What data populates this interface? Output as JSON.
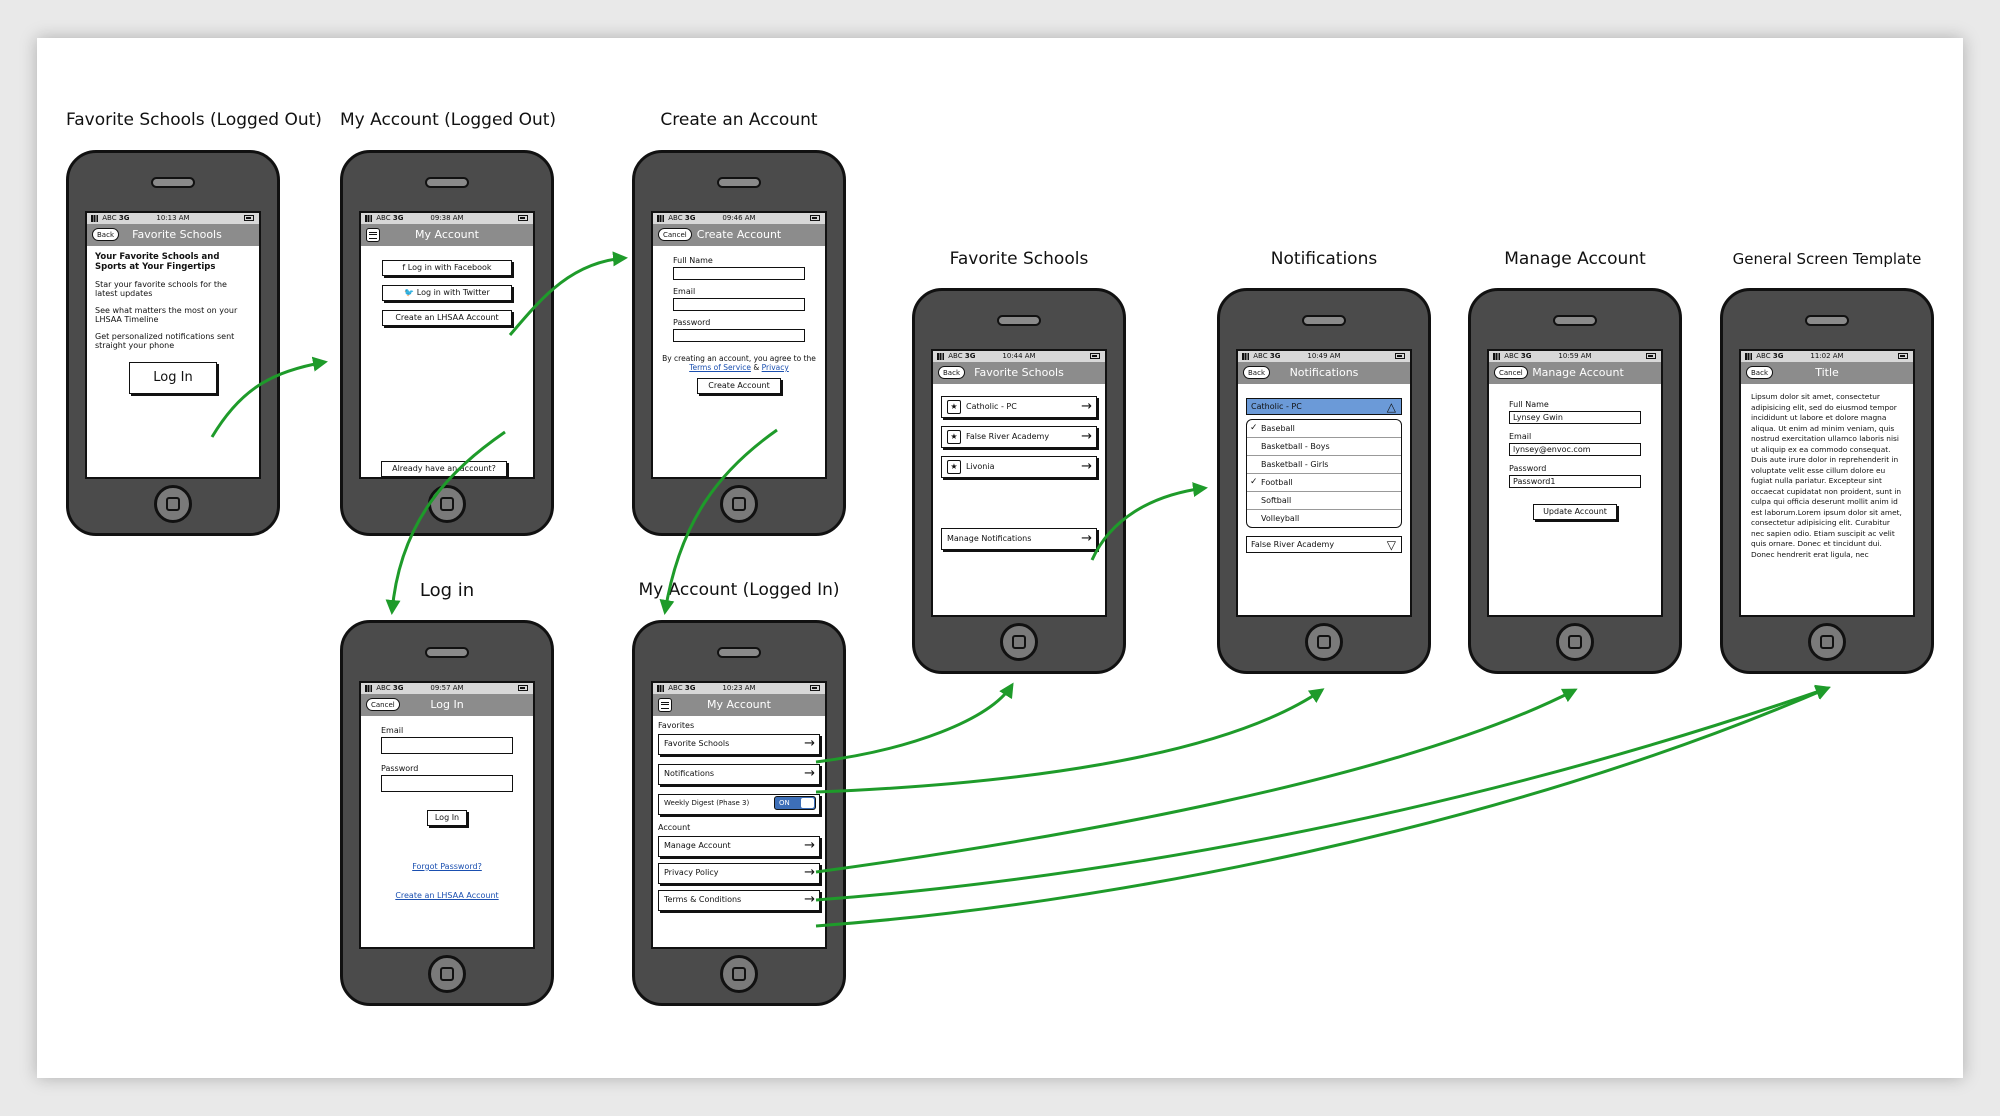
{
  "status": {
    "carrier": "ABC",
    "network": "3G"
  },
  "screens": {
    "fav_logged_out": {
      "caption": "Favorite Schools (Logged Out)",
      "time": "10:13 AM",
      "nav_button": "Back",
      "nav_title": "Favorite Schools",
      "heading": "Your Favorite Schools and Sports at Your Fingertips",
      "paragraphs": [
        "Star your favorite schools for the latest updates",
        "See what matters the most on your LHSAA Timeline",
        "Get personalized notifications sent straight your phone"
      ],
      "login_button": "Log In"
    },
    "account_logged_out": {
      "caption": "My Account (Logged Out)",
      "time": "09:38 AM",
      "nav_title": "My Account",
      "facebook_button": "Log in with Facebook",
      "twitter_button": "Log in with Twitter",
      "create_button": "Create an LHSAA Account",
      "already_button": "Already have an account?"
    },
    "create_account": {
      "caption": "Create an Account",
      "time": "09:46 AM",
      "nav_button": "Cancel",
      "nav_title": "Create Account",
      "full_name_label": "Full Name",
      "email_label": "Email",
      "password_label": "Password",
      "terms_prefix": "By creating an account, you agree to the",
      "terms_link": "Terms of Service",
      "terms_amp": "&",
      "privacy_link": "Privacy",
      "create_button": "Create Account"
    },
    "login": {
      "caption": "Log in",
      "time": "09:57 AM",
      "nav_button": "Cancel",
      "nav_title": "Log In",
      "email_label": "Email",
      "password_label": "Password",
      "login_button": "Log In",
      "forgot_link": "Forgot Password?",
      "create_link": "Create an LHSAA Account"
    },
    "account_logged_in": {
      "caption": "My Account (Logged In)",
      "time": "10:23 AM",
      "nav_title": "My Account",
      "favorites_label": "Favorites",
      "favorite_schools": "Favorite Schools",
      "notifications": "Notifications",
      "weekly_digest": "Weekly Digest (Phase 3)",
      "toggle_state": "ON",
      "account_label": "Account",
      "manage_account": "Manage Account",
      "privacy_policy": "Privacy Policy",
      "terms": "Terms & Conditions"
    },
    "favorite_schools": {
      "caption": "Favorite Schools",
      "time": "10:44 AM",
      "nav_button": "Back",
      "nav_title": "Favorite Schools",
      "schools": [
        "Catholic - PC",
        "False River Academy",
        "Livonia"
      ],
      "manage_notifications": "Manage Notifications"
    },
    "notifications": {
      "caption": "Notifications",
      "time": "10:49 AM",
      "nav_button": "Back",
      "nav_title": "Notifications",
      "selected_school": "Catholic - PC",
      "sports": [
        {
          "name": "Baseball",
          "checked": true
        },
        {
          "name": "Basketball - Boys",
          "checked": false
        },
        {
          "name": "Basketball - Girls",
          "checked": false
        },
        {
          "name": "Football",
          "checked": true
        },
        {
          "name": "Softball",
          "checked": false
        },
        {
          "name": "Volleyball",
          "checked": false
        }
      ],
      "second_school": "False River Academy"
    },
    "manage_account": {
      "caption": "Manage Account",
      "time": "10:59 AM",
      "nav_button": "Cancel",
      "nav_title": "Manage Account",
      "full_name_label": "Full Name",
      "full_name_value": "Lynsey Gwin",
      "email_label": "Email",
      "email_value": "lynsey@envoc.com",
      "password_label": "Password",
      "password_value": "Password1",
      "update_button": "Update Account"
    },
    "template": {
      "caption": "General Screen Template",
      "time": "11:02 AM",
      "nav_button": "Back",
      "nav_title": "Title",
      "body": "Lipsum dolor sit amet, consectetur adipisicing elit, sed do eiusmod tempor incididunt ut labore et dolore magna aliqua. Ut enim ad minim veniam, quis nostrud exercitation ullamco laboris nisi ut aliquip ex ea commodo consequat. Duis aute irure dolor in reprehenderit in voluptate velit esse cillum dolore eu fugiat nulla pariatur. Excepteur sint occaecat cupidatat non proident, sunt in culpa qui officia deserunt mollit anim id est laborum.Lorem ipsum dolor sit amet, consectetur adipisicing elit. Curabitur nec sapien odio. Etiam suscipit ac velit quis ornare. Donec et tincidunt dui. Donec hendrerit erat ligula, nec"
    }
  },
  "colors": {
    "arrow": "#1e9b2a",
    "phone_body": "#4b4b4b",
    "navbar": "#8c8c8c",
    "selected": "#6b9ad8",
    "toggle": "#3d6fb8"
  }
}
